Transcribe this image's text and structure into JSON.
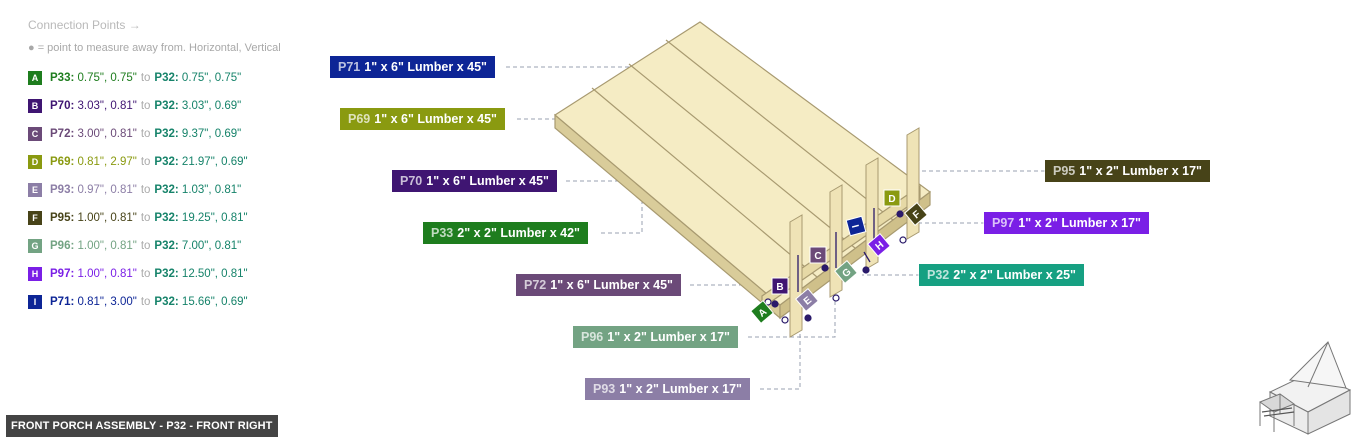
{
  "legend": {
    "title": "Connection Points →",
    "note": "● = point to measure away from. Horizontal, Vertical",
    "rows": [
      {
        "letter": "A",
        "color": "#1e7d1e",
        "from": "P33:",
        "from_val": "0.75\", 0.75\"",
        "to": "to",
        "p32": "P32:",
        "p32_val": "0.75\", 0.75\""
      },
      {
        "letter": "B",
        "color": "#3f1572",
        "from": "P70:",
        "from_val": "3.03\", 0.81\"",
        "to": "to",
        "p32": "P32:",
        "p32_val": "3.03\", 0.69\""
      },
      {
        "letter": "C",
        "color": "#6b4a78",
        "from": "P72:",
        "from_val": "3.00\", 0.81\"",
        "to": "to",
        "p32": "P32:",
        "p32_val": "9.37\", 0.69\""
      },
      {
        "letter": "D",
        "color": "#8a9a10",
        "from": "P69:",
        "from_val": "0.81\", 2.97\"",
        "to": "to",
        "p32": "P32:",
        "p32_val": "21.97\", 0.69\""
      },
      {
        "letter": "E",
        "color": "#8c7ea6",
        "from": "P93:",
        "from_val": "0.97\", 0.81\"",
        "to": "to",
        "p32": "P32:",
        "p32_val": "1.03\", 0.81\""
      },
      {
        "letter": "F",
        "color": "#474318",
        "from": "P95:",
        "from_val": "1.00\", 0.81\"",
        "to": "to",
        "p32": "P32:",
        "p32_val": "19.25\", 0.81\""
      },
      {
        "letter": "G",
        "color": "#73a383",
        "from": "P96:",
        "from_val": "1.00\", 0.81\"",
        "to": "to",
        "p32": "P32:",
        "p32_val": "7.00\", 0.81\""
      },
      {
        "letter": "H",
        "color": "#7a1fe6",
        "from": "P97:",
        "from_val": "1.00\", 0.81\"",
        "to": "to",
        "p32": "P32:",
        "p32_val": "12.50\", 0.81\""
      },
      {
        "letter": "I",
        "color": "#0d2596",
        "from": "P71:",
        "from_val": "0.81\", 3.00\"",
        "to": "to",
        "p32": "P32:",
        "p32_val": "15.66\", 0.69\""
      }
    ]
  },
  "callouts": [
    {
      "id": "P71",
      "label": "1\" x 6\" Lumber x 45\"",
      "color": "#0d2596"
    },
    {
      "id": "P69",
      "label": "1\" x 6\" Lumber x 45\"",
      "color": "#8a9a10"
    },
    {
      "id": "P70",
      "label": "1\" x 6\" Lumber x 45\"",
      "color": "#3f1572"
    },
    {
      "id": "P33",
      "label": "2\" x 2\" Lumber x 42\"",
      "color": "#1e7d1e"
    },
    {
      "id": "P72",
      "label": "1\" x 6\" Lumber x 45\"",
      "color": "#6b4a78"
    },
    {
      "id": "P96",
      "label": "1\" x 2\" Lumber x 17\"",
      "color": "#73a383"
    },
    {
      "id": "P93",
      "label": "1\" x 2\" Lumber x 17\"",
      "color": "#8c7ea6"
    },
    {
      "id": "P95",
      "label": "1\" x 2\" Lumber x 17\"",
      "color": "#474318"
    },
    {
      "id": "P97",
      "label": "1\" x 2\" Lumber x 17\"",
      "color": "#7a1fe6"
    },
    {
      "id": "P32",
      "label": "2\" x 2\" Lumber x 25\"",
      "color": "#16a082"
    }
  ],
  "markers": {
    "A": {
      "color": "#1e7d1e"
    },
    "B": {
      "color": "#3f1572"
    },
    "C": {
      "color": "#6b4a78"
    },
    "D": {
      "color": "#8a9a10"
    },
    "E": {
      "color": "#8c7ea6"
    },
    "F": {
      "color": "#474318"
    },
    "G": {
      "color": "#73a383"
    },
    "H": {
      "color": "#7a1fe6"
    },
    "I": {
      "color": "#0d2596"
    }
  },
  "colors": {
    "wood": "#f5ecc4",
    "wood_edge": "#a89a70",
    "leader": "#9aa0b0"
  },
  "footer": "FRONT PORCH ASSEMBLY - P32 - FRONT RIGHT"
}
